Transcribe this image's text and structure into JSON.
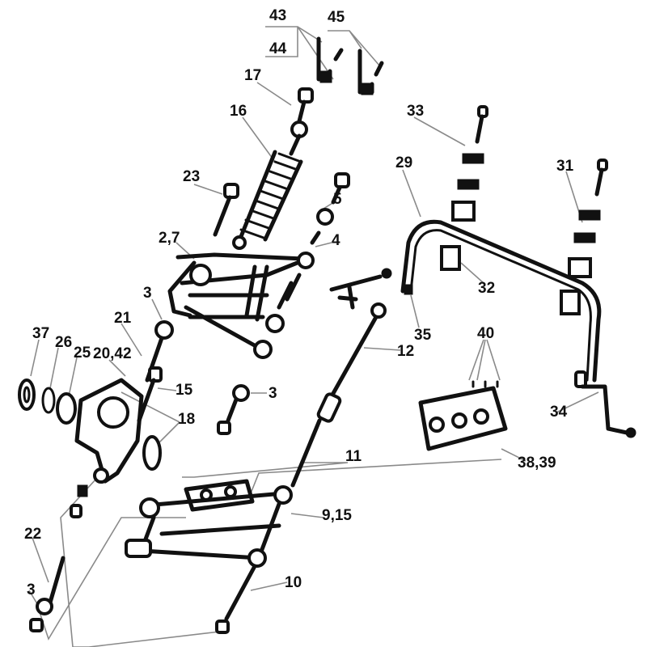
{
  "diagram": {
    "title": "Front suspension exploded parts diagram",
    "labels": {
      "p43": "43",
      "p44": "44",
      "p45": "45",
      "p17": "17",
      "p16": "16",
      "p23": "23",
      "p5": "5",
      "p4": "4",
      "p2_7": "2,7",
      "p3a": "3",
      "p21": "21",
      "p37": "37",
      "p26": "26",
      "p25": "25",
      "p20_42": "20,42",
      "p15": "15",
      "p18": "18",
      "p3b": "3",
      "p12": "12",
      "p35": "35",
      "p33": "33",
      "p29": "29",
      "p31": "31",
      "p32": "32",
      "p40": "40",
      "p34": "34",
      "p38_39": "38,39",
      "p11": "11",
      "p9_15": "9,15",
      "p22": "22",
      "p3c": "3",
      "p10": "10"
    }
  }
}
